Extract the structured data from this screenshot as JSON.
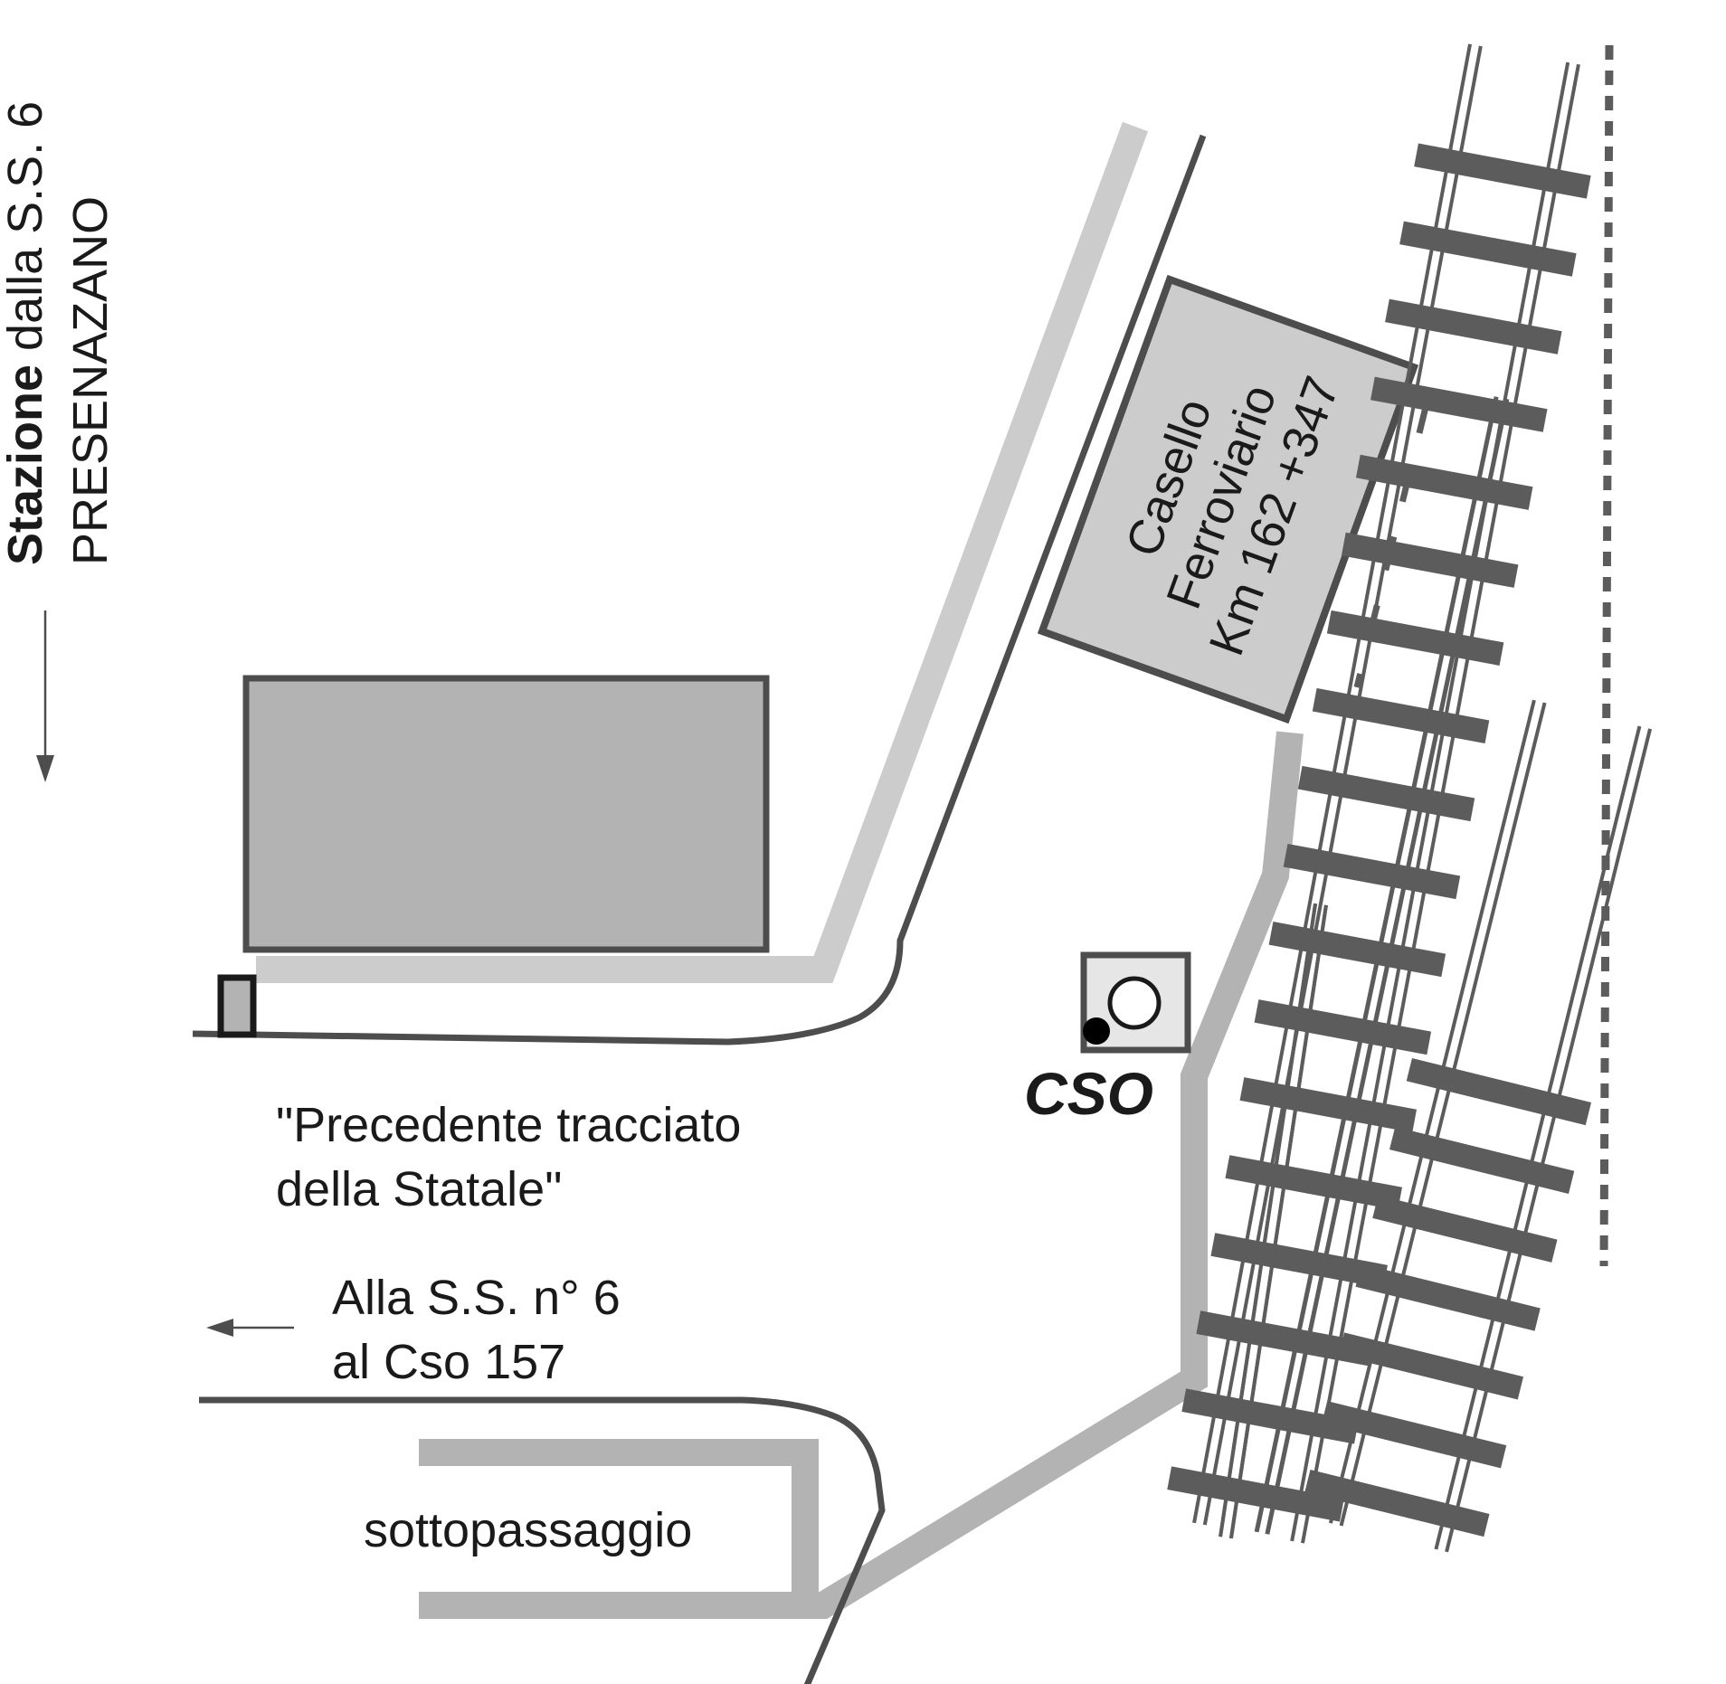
{
  "station_label": {
    "bold": "Stazione",
    "rest": " dalla S.S. 6",
    "line2": "PRESENAZANO"
  },
  "casello_label": {
    "line1": "Casello",
    "line2": "Ferroviario",
    "line3": "Km 162 +347"
  },
  "cso_label": "CSO",
  "old_road_label": {
    "line1": "\"Precedente tracciato",
    "line2": "della Statale\""
  },
  "ss6_label": {
    "line1": "Alla S.S. n° 6",
    "line2": "al Cso 157"
  },
  "underpass_label": "sottopassaggio",
  "colors": {
    "background": "#ffffff",
    "road_line": "#4d4d4d",
    "light_path": "#cccccc",
    "mid_path": "#b3b3b3",
    "building_fill": "#b3b3b3",
    "casello_fill": "#cccccc",
    "track": "#5c5c5c",
    "text": "#1a1a1a"
  },
  "icons": {
    "arrow_down": "arrow-down-icon",
    "arrow_left": "arrow-left-icon",
    "cso_marker": "cso-marker-icon"
  }
}
